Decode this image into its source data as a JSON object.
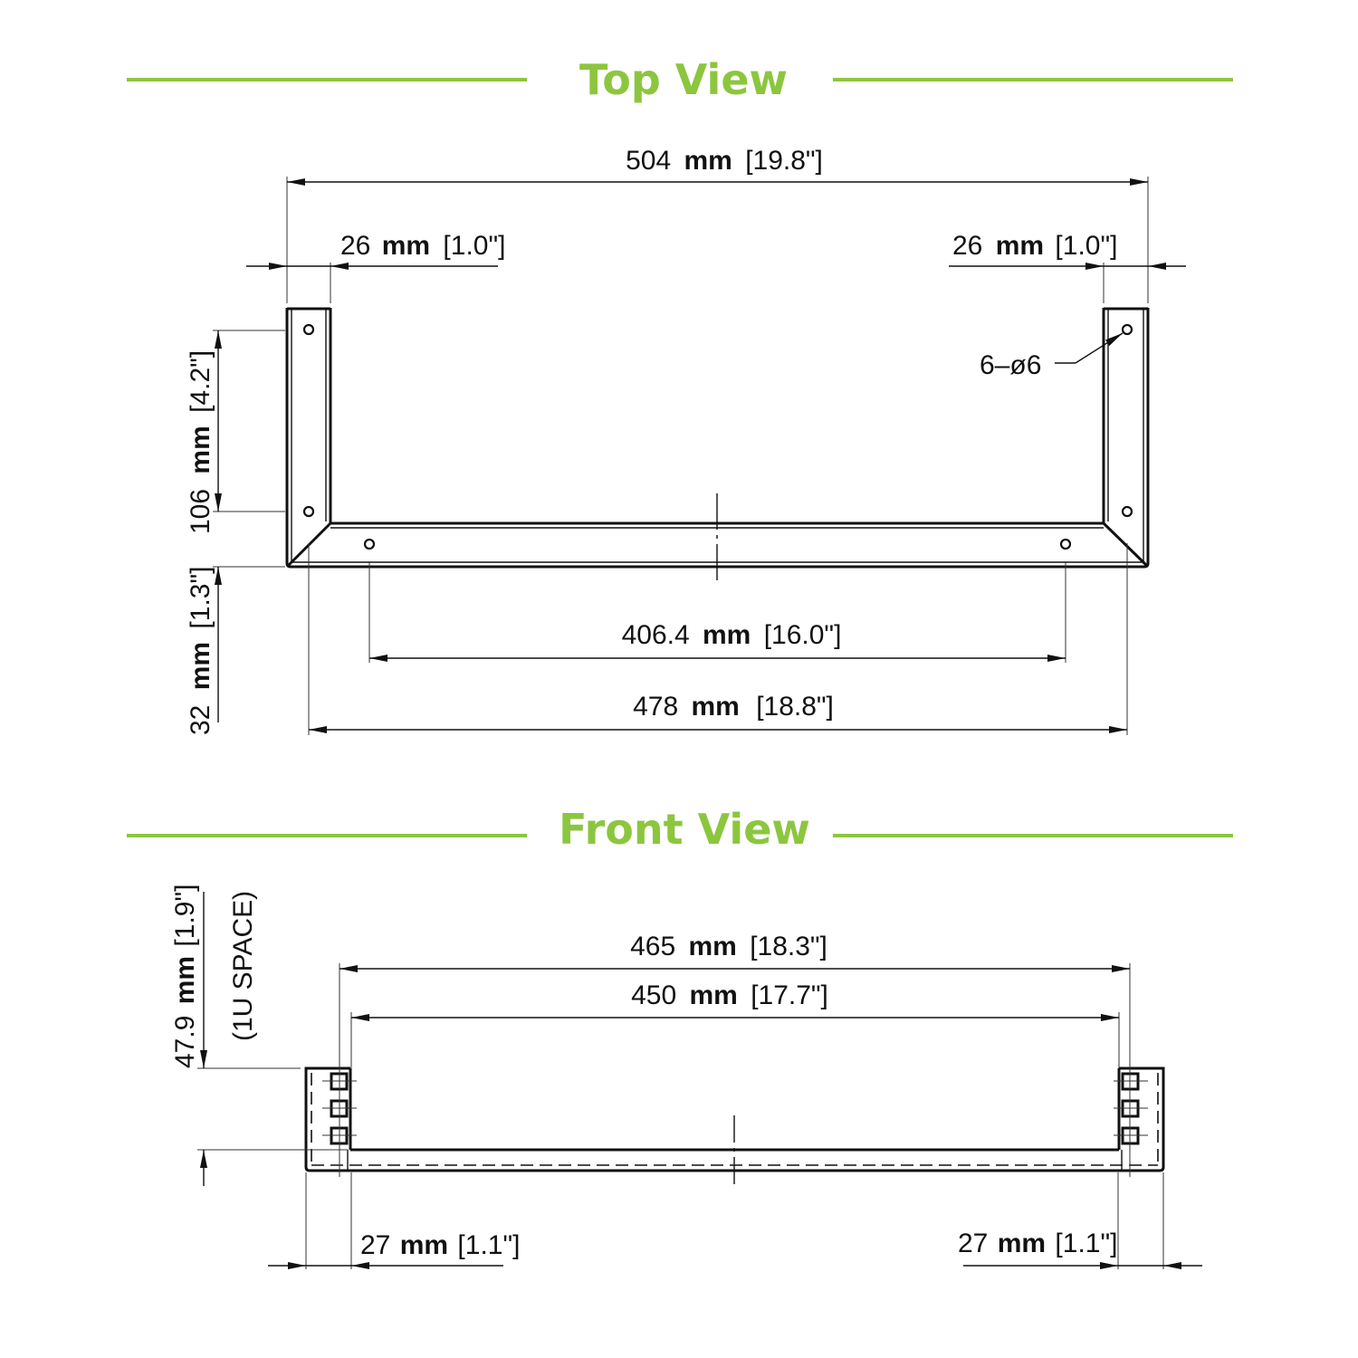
{
  "colors": {
    "accent": "#8cc63f",
    "line": "#111111",
    "background": "#ffffff"
  },
  "top_view": {
    "title": "Top View",
    "dims": {
      "overall_width": {
        "value": "504",
        "unit": "mm",
        "inch": "[19.8\"]"
      },
      "left_flange": {
        "value": "26",
        "unit": "mm",
        "inch": "[1.0\"]"
      },
      "right_flange": {
        "value": "26",
        "unit": "mm",
        "inch": "[1.0\"]"
      },
      "depth": {
        "value": "106",
        "unit": "mm",
        "inch": "[4.2\"]"
      },
      "offset": {
        "value": "32",
        "unit": "mm",
        "inch": "[1.3\"]"
      },
      "hole_spacing": {
        "value": "406.4",
        "unit": "mm",
        "inch": "[16.0\"]"
      },
      "inner_width": {
        "value": "478",
        "unit": "mm",
        "inch": "[18.8\"]"
      }
    },
    "hole_callout": "6–ø6"
  },
  "front_view": {
    "title": "Front View",
    "dims": {
      "outer_span": {
        "value": "465",
        "unit": "mm",
        "inch": "[18.3\"]"
      },
      "inner_span": {
        "value": "450",
        "unit": "mm",
        "inch": "[17.7\"]"
      },
      "height": {
        "value": "47.9",
        "unit": "mm",
        "inch": "[1.9\"]"
      },
      "height_note": "(1U SPACE)",
      "left_ear": {
        "value": "27",
        "unit": "mm",
        "inch": "[1.1\"]"
      },
      "right_ear": {
        "value": "27",
        "unit": "mm",
        "inch": "[1.1\"]"
      }
    }
  }
}
